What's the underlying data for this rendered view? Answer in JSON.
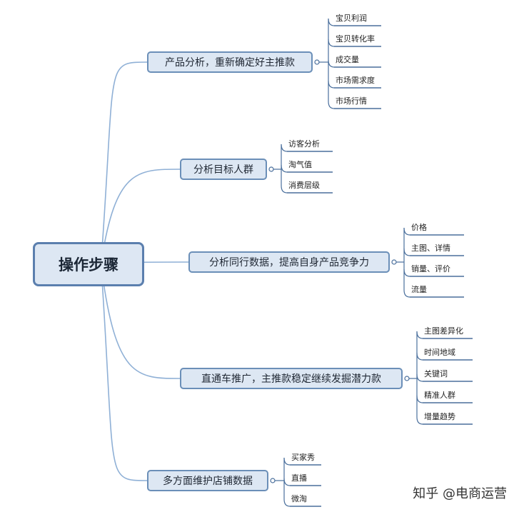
{
  "root": "操作步骤",
  "branches": [
    {
      "label": "产品分析，重新确定好主推款",
      "leaves": [
        "宝贝利润",
        "宝贝转化率",
        "成交量",
        "市场需求度",
        "市场行情"
      ]
    },
    {
      "label": "分析目标人群",
      "leaves": [
        "访客分析",
        "淘气值",
        "消费层级"
      ]
    },
    {
      "label": "分析同行数据，提高自身产品竞争力",
      "leaves": [
        "价格",
        "主图、详情",
        "销量、评价",
        "流量"
      ]
    },
    {
      "label": "直通车推广，主推款稳定继续发掘潜力款",
      "leaves": [
        "主图差异化",
        "时间地域",
        "关键词",
        "精准人群",
        "增量趋势"
      ]
    },
    {
      "label": "多方面维护店铺数据",
      "leaves": [
        "买家秀",
        "直播",
        "微淘"
      ]
    }
  ],
  "watermark": "知乎 @电商运营",
  "colors": {
    "box_fill": "#dde7f3",
    "box_border": "#6b8fb8",
    "line": "#8fb0d6",
    "leaf_line": "#4a6f9c"
  }
}
